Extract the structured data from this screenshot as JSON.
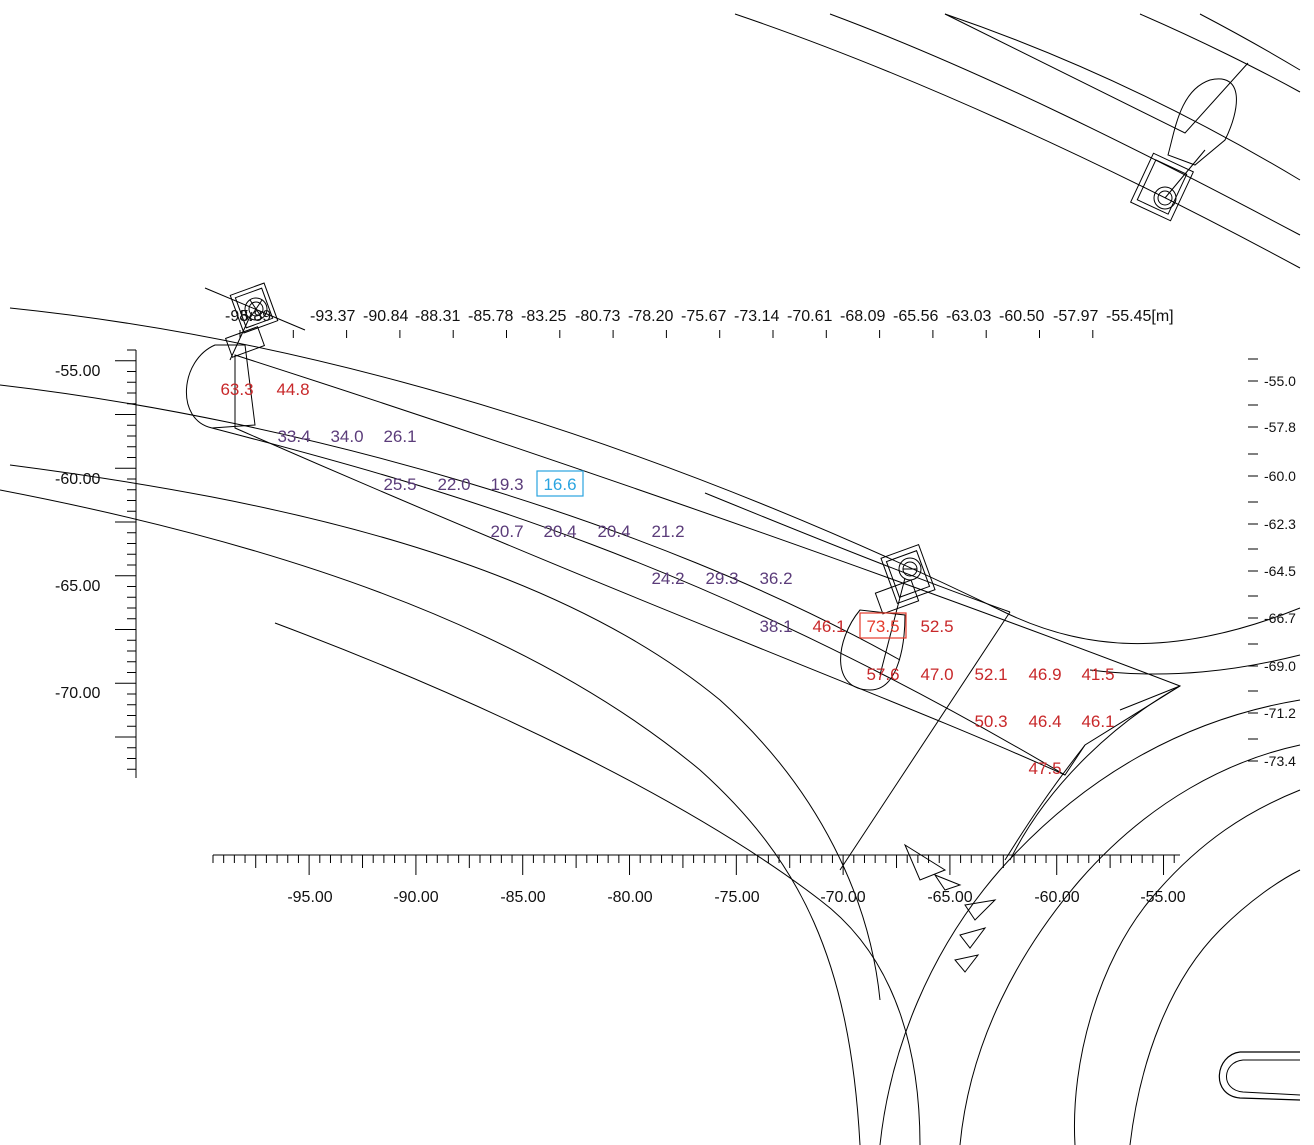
{
  "diagram": {
    "top_axis_labels": [
      "-98.",
      "5.89",
      "-93.37",
      "-90.84",
      "-88.31",
      "-85.78",
      "-83.25",
      "-80.73",
      "-78.20",
      "-75.67",
      "-73.14",
      "-70.61",
      "-68.09",
      "-65.56",
      "-63.03",
      "-60.50",
      "-57.97",
      "-55.45[m]"
    ],
    "left_axis_labels": [
      "-55.00",
      "-60.00",
      "-65.00",
      "-70.00"
    ],
    "bottom_axis_labels": [
      "-95.00",
      "-90.00",
      "-85.00",
      "-80.00",
      "-75.00",
      "-70.00",
      "-65.00",
      "-60.00",
      "-55.00"
    ],
    "right_axis_labels": [
      "-55.0",
      "-57.8",
      "-60.0",
      "-62.3",
      "-64.5",
      "-66.7",
      "-69.0",
      "-71.2",
      "-73.4"
    ],
    "colors": {
      "purple": "#5b3c7a",
      "red": "#c8282a",
      "min_box": "#2aa4e0",
      "max_box": "#e53b2c"
    },
    "values": [
      {
        "text": "63.3",
        "color": "red"
      },
      {
        "text": "44.8",
        "color": "red"
      },
      {
        "text": "33.4",
        "color": "purple"
      },
      {
        "text": "34.0",
        "color": "purple"
      },
      {
        "text": "26.1",
        "color": "purple"
      },
      {
        "text": "25.5",
        "color": "purple"
      },
      {
        "text": "22.0",
        "color": "purple"
      },
      {
        "text": "19.3",
        "color": "purple"
      },
      {
        "text": "16.6",
        "color": "min"
      },
      {
        "text": "20.7",
        "color": "purple"
      },
      {
        "text": "20.4",
        "color": "purple"
      },
      {
        "text": "20.4",
        "color": "purple"
      },
      {
        "text": "21.2",
        "color": "purple"
      },
      {
        "text": "24.2",
        "color": "purple"
      },
      {
        "text": "29.3",
        "color": "purple"
      },
      {
        "text": "36.2",
        "color": "purple"
      },
      {
        "text": "38.1",
        "color": "purple"
      },
      {
        "text": "46.1",
        "color": "red"
      },
      {
        "text": "73.5",
        "color": "max"
      },
      {
        "text": "52.5",
        "color": "red"
      },
      {
        "text": "57.6",
        "color": "red"
      },
      {
        "text": "47.0",
        "color": "red"
      },
      {
        "text": "52.1",
        "color": "red"
      },
      {
        "text": "46.9",
        "color": "red"
      },
      {
        "text": "41.5",
        "color": "red"
      },
      {
        "text": "50.3",
        "color": "red"
      },
      {
        "text": "46.4",
        "color": "red"
      },
      {
        "text": "46.1",
        "color": "red"
      },
      {
        "text": "47.5",
        "color": "red"
      }
    ]
  }
}
